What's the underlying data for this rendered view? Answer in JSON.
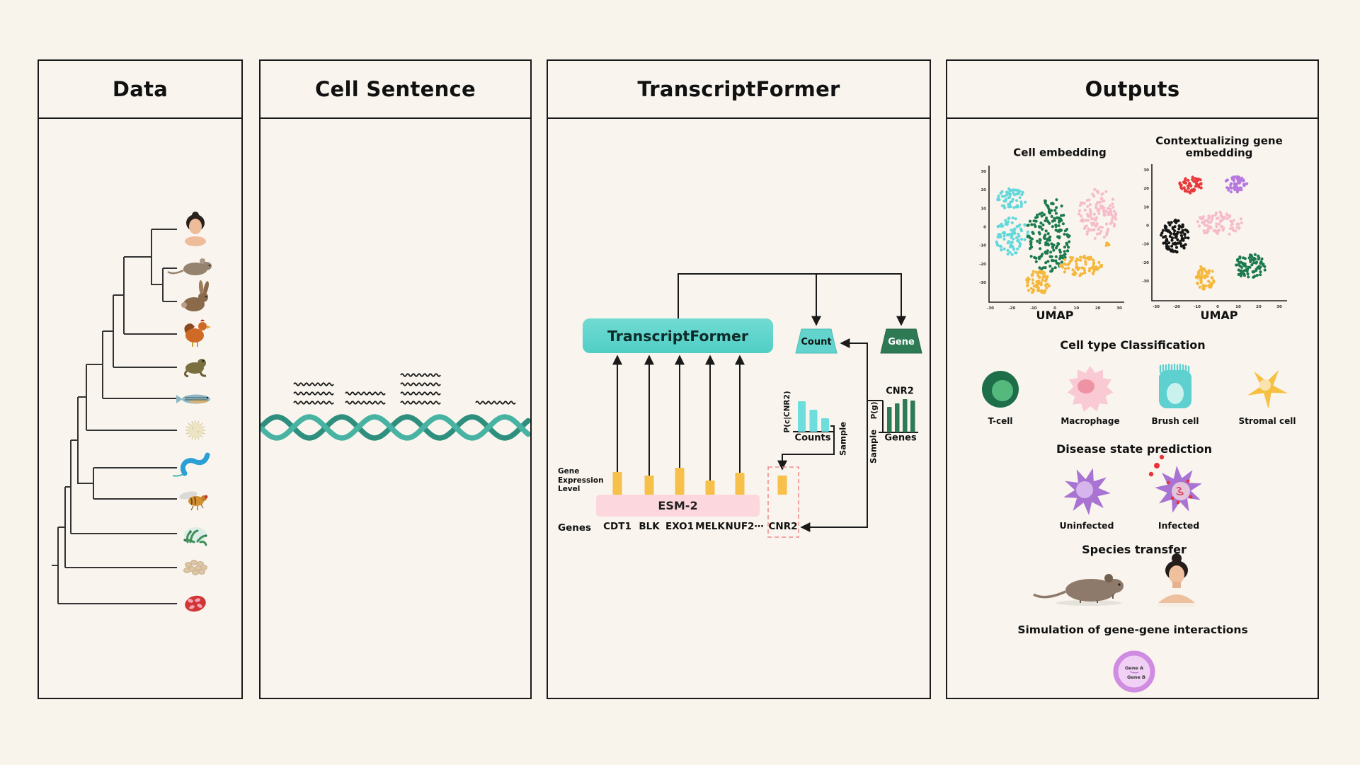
{
  "background": "#f8f4ec",
  "accent_colors": {
    "teal": "#5ed3cb",
    "dark_green": "#2e7a55",
    "expression_yellow": "#f7c04a",
    "esm_pink": "#fcd7de",
    "dashed_box_red": "#f08f8f"
  },
  "panels": {
    "data": {
      "title": "Data",
      "species_icons": [
        "human",
        "mouse",
        "rabbit",
        "chicken",
        "frog",
        "zebrafish",
        "sea-urchin",
        "worm",
        "fruit-fly",
        "coral",
        "yeast",
        "red-blood-cell"
      ]
    },
    "cell_sentence": {
      "title": "Cell Sentence"
    },
    "transcriptformer": {
      "title": "TranscriptFormer",
      "model_label": "TranscriptFormer",
      "esm_label": "ESM-2",
      "expression_axis_label": "Gene Expression Level",
      "genes_row_label": "Genes",
      "gene_tokens": [
        "CDT1",
        "BLK",
        "EXO1",
        "MELK",
        "NUF2",
        "⋯",
        "CNR2"
      ],
      "expression_levels": [
        0.64,
        0.54,
        0.76,
        0.4,
        0.62
      ],
      "cnr2_expression": 0.54,
      "count_head_label": "Count",
      "gene_head_label": "Gene",
      "sample_label_counts": "Sample",
      "sample_label_genes": "Sample"
    },
    "outputs": {
      "title": "Outputs",
      "cell_embedding_title": "Cell embedding",
      "gene_embedding_title": "Contextualizing gene embedding",
      "umap_axis_label": "UMAP",
      "cell_type_section_title": "Cell type Classification",
      "cell_types": [
        "T-cell",
        "Macrophage",
        "Brush cell",
        "Stromal cell"
      ],
      "disease_section_title": "Disease state prediction",
      "disease_states": [
        "Uninfected",
        "Infected"
      ],
      "species_section_title": "Species transfer",
      "simulation_section_title": "Simulation of gene-gene interactions",
      "gene_a_label": "Gene A",
      "gene_b_label": "Gene B"
    }
  },
  "chart_data": [
    {
      "id": "cell_embedding_umap",
      "type": "scatter",
      "title": "Cell embedding",
      "xlabel": "UMAP",
      "xlim": [
        -30,
        30
      ],
      "ylim": [
        -30,
        30
      ],
      "xticks": [
        -30,
        -20,
        -10,
        0,
        10,
        20,
        30
      ],
      "yticks": [
        30,
        20,
        10,
        0,
        -10,
        -20,
        -30
      ],
      "clusters": [
        {
          "label": "cyan-upper",
          "color": "#63d8db",
          "cx": -20,
          "cy": 15,
          "rx": 6,
          "ry": 5,
          "n": 55
        },
        {
          "label": "cyan-lower",
          "color": "#63d8db",
          "cx": -20,
          "cy": -5,
          "rx": 7,
          "ry": 9,
          "n": 85
        },
        {
          "label": "green-central",
          "color": "#1c7a4e",
          "cx": -3,
          "cy": -4,
          "rx": 9,
          "ry": 18,
          "n": 180
        },
        {
          "label": "pink-upper-right",
          "color": "#f6bcca",
          "cx": 20,
          "cy": 7,
          "rx": 8,
          "ry": 12,
          "n": 120
        },
        {
          "label": "yellow-lower-left",
          "color": "#f5b83d",
          "cx": -8,
          "cy": -30,
          "rx": 5,
          "ry": 6,
          "n": 70
        },
        {
          "label": "yellow-lower-mid",
          "color": "#f5b83d",
          "cx": 12,
          "cy": -21,
          "rx": 9,
          "ry": 5,
          "n": 70
        },
        {
          "label": "yellow-outlier",
          "color": "#f5b83d",
          "cx": 25,
          "cy": -9,
          "rx": 1.5,
          "ry": 1.5,
          "n": 4
        }
      ]
    },
    {
      "id": "contextual_gene_embedding_umap",
      "type": "scatter",
      "title": "Contextualizing gene embedding",
      "xlabel": "UMAP",
      "xlim": [
        -30,
        30
      ],
      "ylim": [
        -30,
        30
      ],
      "xticks": [
        -30,
        -20,
        -10,
        0,
        10,
        20,
        30
      ],
      "yticks": [
        30,
        20,
        10,
        0,
        -10,
        -20,
        -30
      ],
      "clusters": [
        {
          "label": "red-upper-left",
          "color": "#e8393c",
          "cx": -13,
          "cy": 22,
          "rx": 5,
          "ry": 4,
          "n": 55
        },
        {
          "label": "purple-upper-right",
          "color": "#b879de",
          "cx": 9,
          "cy": 22,
          "rx": 5,
          "ry": 4,
          "n": 55
        },
        {
          "label": "black-left",
          "color": "#151515",
          "cx": -21,
          "cy": -6,
          "rx": 6,
          "ry": 8,
          "n": 95
        },
        {
          "label": "pink-central",
          "color": "#f6bcca",
          "cx": 1,
          "cy": 1,
          "rx": 10,
          "ry": 6,
          "n": 85
        },
        {
          "label": "yellow-lower",
          "color": "#f5b83d",
          "cx": -6,
          "cy": -28,
          "rx": 4,
          "ry": 6,
          "n": 55
        },
        {
          "label": "green-lower-right",
          "color": "#1c7a4e",
          "cx": 16,
          "cy": -22,
          "rx": 7,
          "ry": 6,
          "n": 80
        }
      ]
    },
    {
      "id": "count_distribution",
      "type": "bar",
      "title": "",
      "ylabel": "P(c|CNR2)",
      "xlabel": "Counts",
      "values": [
        0.86,
        0.62,
        0.38
      ],
      "color": "#6edddd"
    },
    {
      "id": "gene_distribution",
      "type": "bar",
      "title": "CNR2",
      "ylabel": "P(g)",
      "xlabel": "Genes",
      "values": [
        0.72,
        0.82,
        0.94,
        0.9
      ],
      "color": "#2e7a55"
    }
  ]
}
